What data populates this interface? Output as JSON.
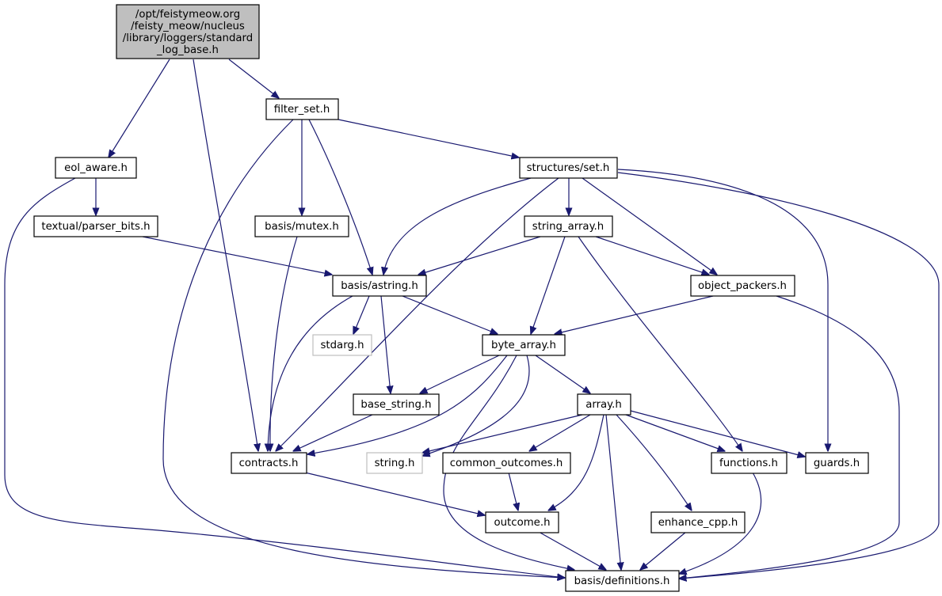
{
  "diagram": {
    "nodes": {
      "root": {
        "lines": [
          "/opt/feistymeow.org",
          "/feisty_meow/nucleus",
          "/library/loggers/standard",
          "_log_base.h"
        ]
      },
      "filter_set": {
        "label": "filter_set.h"
      },
      "eol_aware": {
        "label": "eol_aware.h"
      },
      "structures_set": {
        "label": "structures/set.h"
      },
      "parser_bits": {
        "label": "textual/parser_bits.h"
      },
      "mutex": {
        "label": "basis/mutex.h"
      },
      "string_array": {
        "label": "string_array.h"
      },
      "astring": {
        "label": "basis/astring.h"
      },
      "object_packers": {
        "label": "object_packers.h"
      },
      "stdarg": {
        "label": "stdarg.h"
      },
      "byte_array": {
        "label": "byte_array.h"
      },
      "base_string": {
        "label": "base_string.h"
      },
      "array": {
        "label": "array.h"
      },
      "contracts": {
        "label": "contracts.h"
      },
      "string_h": {
        "label": "string.h"
      },
      "common_outcomes": {
        "label": "common_outcomes.h"
      },
      "functions": {
        "label": "functions.h"
      },
      "guards": {
        "label": "guards.h"
      },
      "outcome": {
        "label": "outcome.h"
      },
      "enhance_cpp": {
        "label": "enhance_cpp.h"
      },
      "definitions": {
        "label": "basis/definitions.h"
      }
    },
    "colors": {
      "edge": "#191970",
      "root_fill": "#bfbfbf",
      "system_border": "#bfbfbf",
      "node_border": "#000000"
    }
  }
}
